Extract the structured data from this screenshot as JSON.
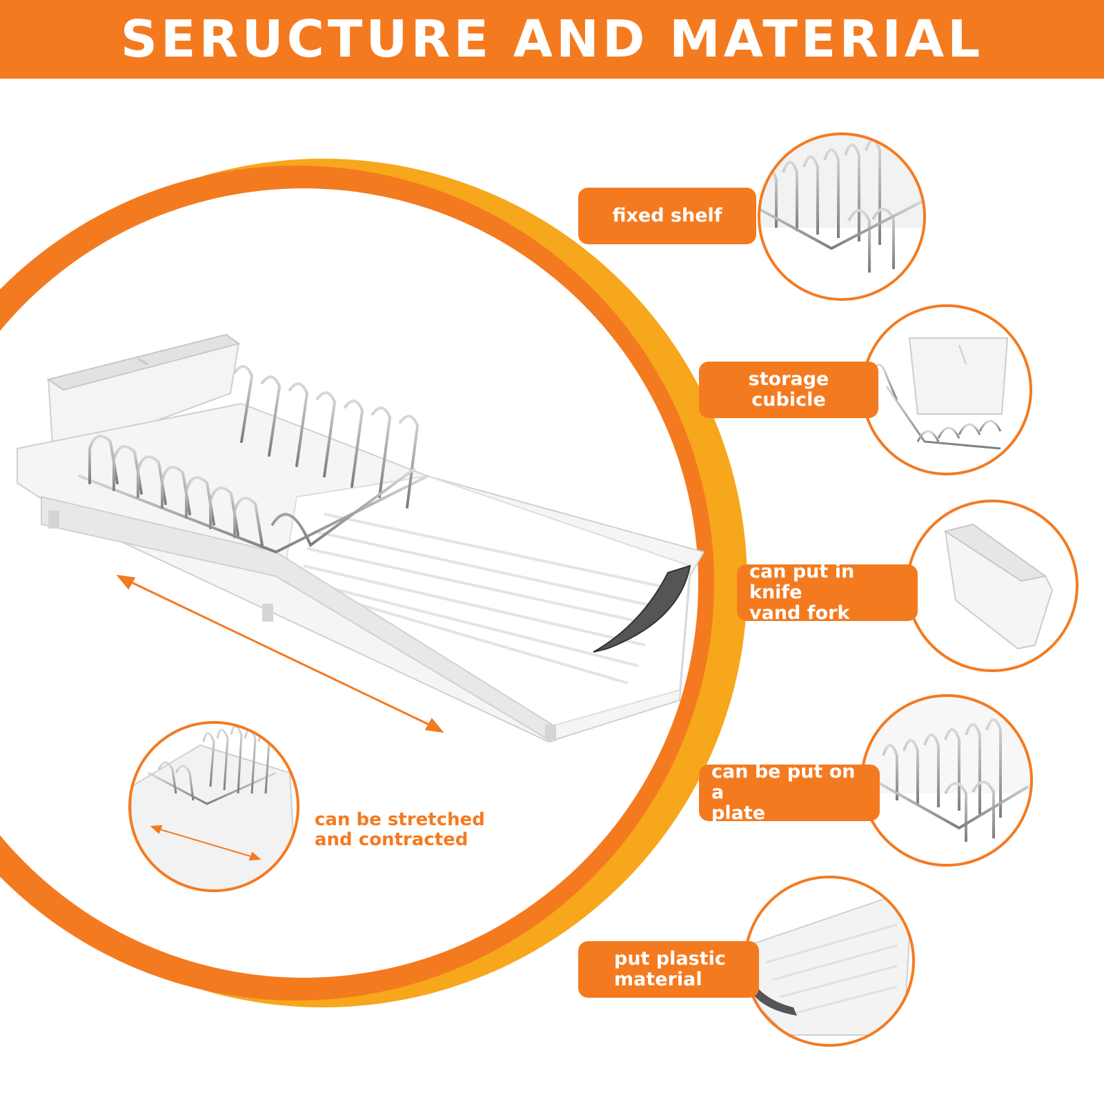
{
  "banner": {
    "title": "SERUCTURE AND MATERIAL"
  },
  "callouts": [
    {
      "id": "fixed-shelf",
      "text": "fixed shelf"
    },
    {
      "id": "storage-cubicle",
      "text": "storage cubicle"
    },
    {
      "id": "knife-fork",
      "text": "can put in knife\nvand fork"
    },
    {
      "id": "plate",
      "text": "can be put on a\nplate"
    },
    {
      "id": "plastic",
      "text": "put plastic\nmaterial"
    }
  ],
  "stretch_note": {
    "text": "can be stretched\nand contracted"
  },
  "colors": {
    "accent": "#f47a20",
    "accent_yellow": "#f7a71b",
    "tray": "#f3f3f3",
    "wire": "#9a9a9a"
  }
}
